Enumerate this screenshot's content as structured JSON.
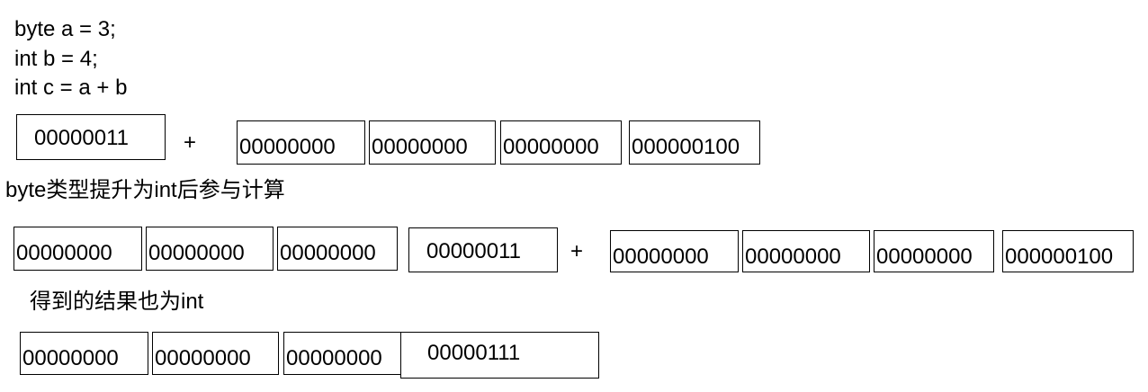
{
  "code": [
    "byte a = 3;",
    "int b = 4;",
    "int c = a + b"
  ],
  "row1": {
    "left": [
      "00000011"
    ],
    "operator": "+",
    "right": [
      "00000000",
      "00000000",
      "00000000",
      "000000100"
    ]
  },
  "note1": "byte类型提升为int后参与计算",
  "row2": {
    "left": [
      "00000000",
      "00000000",
      "00000000",
      "00000011"
    ],
    "operator": "+",
    "right": [
      "00000000",
      "00000000",
      "00000000",
      "000000100"
    ]
  },
  "note2": "得到的结果也为int",
  "row3": {
    "result": [
      "00000000",
      "00000000",
      "00000000",
      "00000111"
    ]
  }
}
